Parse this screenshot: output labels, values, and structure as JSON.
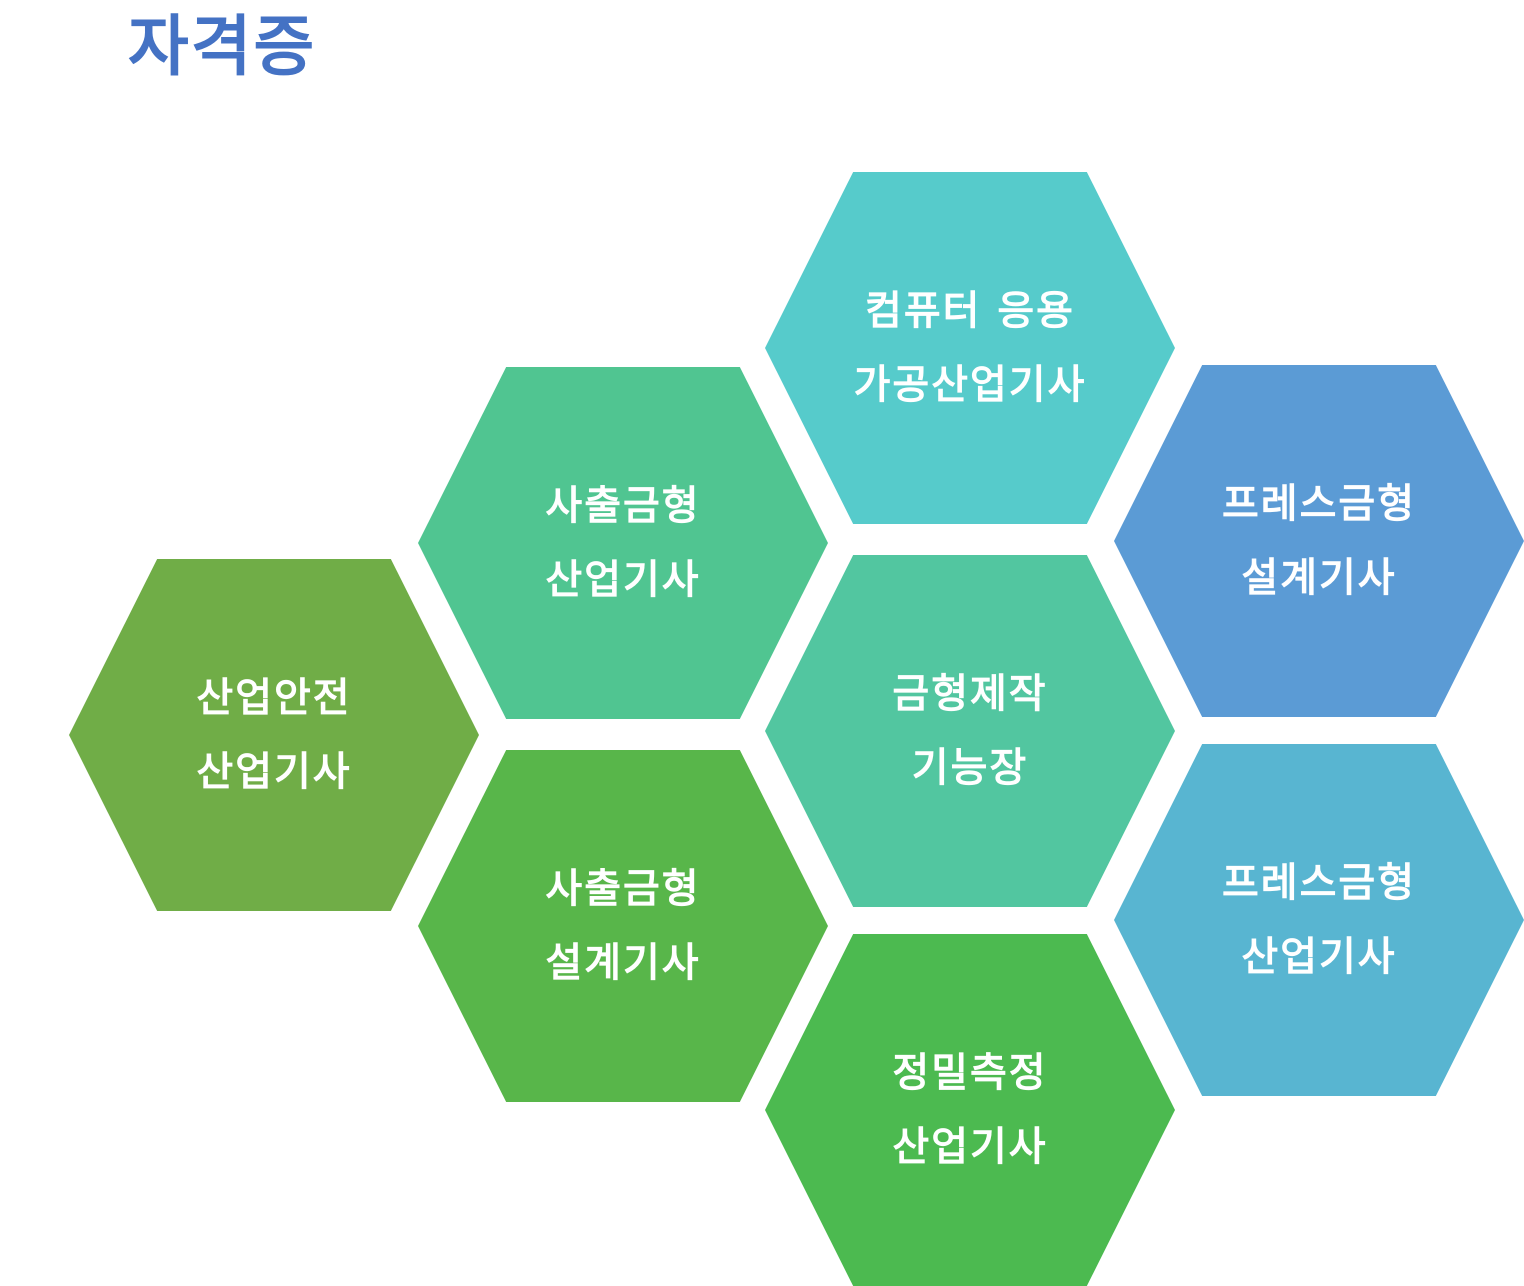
{
  "title": "자격증",
  "title_color": "#4472C4",
  "hexagons": [
    {
      "lines": [
        "컴퓨터 응용",
        "가공산업기사"
      ],
      "color": "#56CBCB"
    },
    {
      "lines": [
        "사출금형",
        "산업기사"
      ],
      "color": "#50C591"
    },
    {
      "lines": [
        "프레스금형",
        "설계기사"
      ],
      "color": "#5B9BD5"
    },
    {
      "lines": [
        "산업안전",
        "산업기사"
      ],
      "color": "#70AD47"
    },
    {
      "lines": [
        "금형제작",
        "기능장"
      ],
      "color": "#52C6A0"
    },
    {
      "lines": [
        "사출금형",
        "설계기사"
      ],
      "color": "#58B64A"
    },
    {
      "lines": [
        "프레스금형",
        "산업기사"
      ],
      "color": "#58B5D1"
    },
    {
      "lines": [
        "정밀측정",
        "산업기사"
      ],
      "color": "#4CBA50"
    }
  ]
}
